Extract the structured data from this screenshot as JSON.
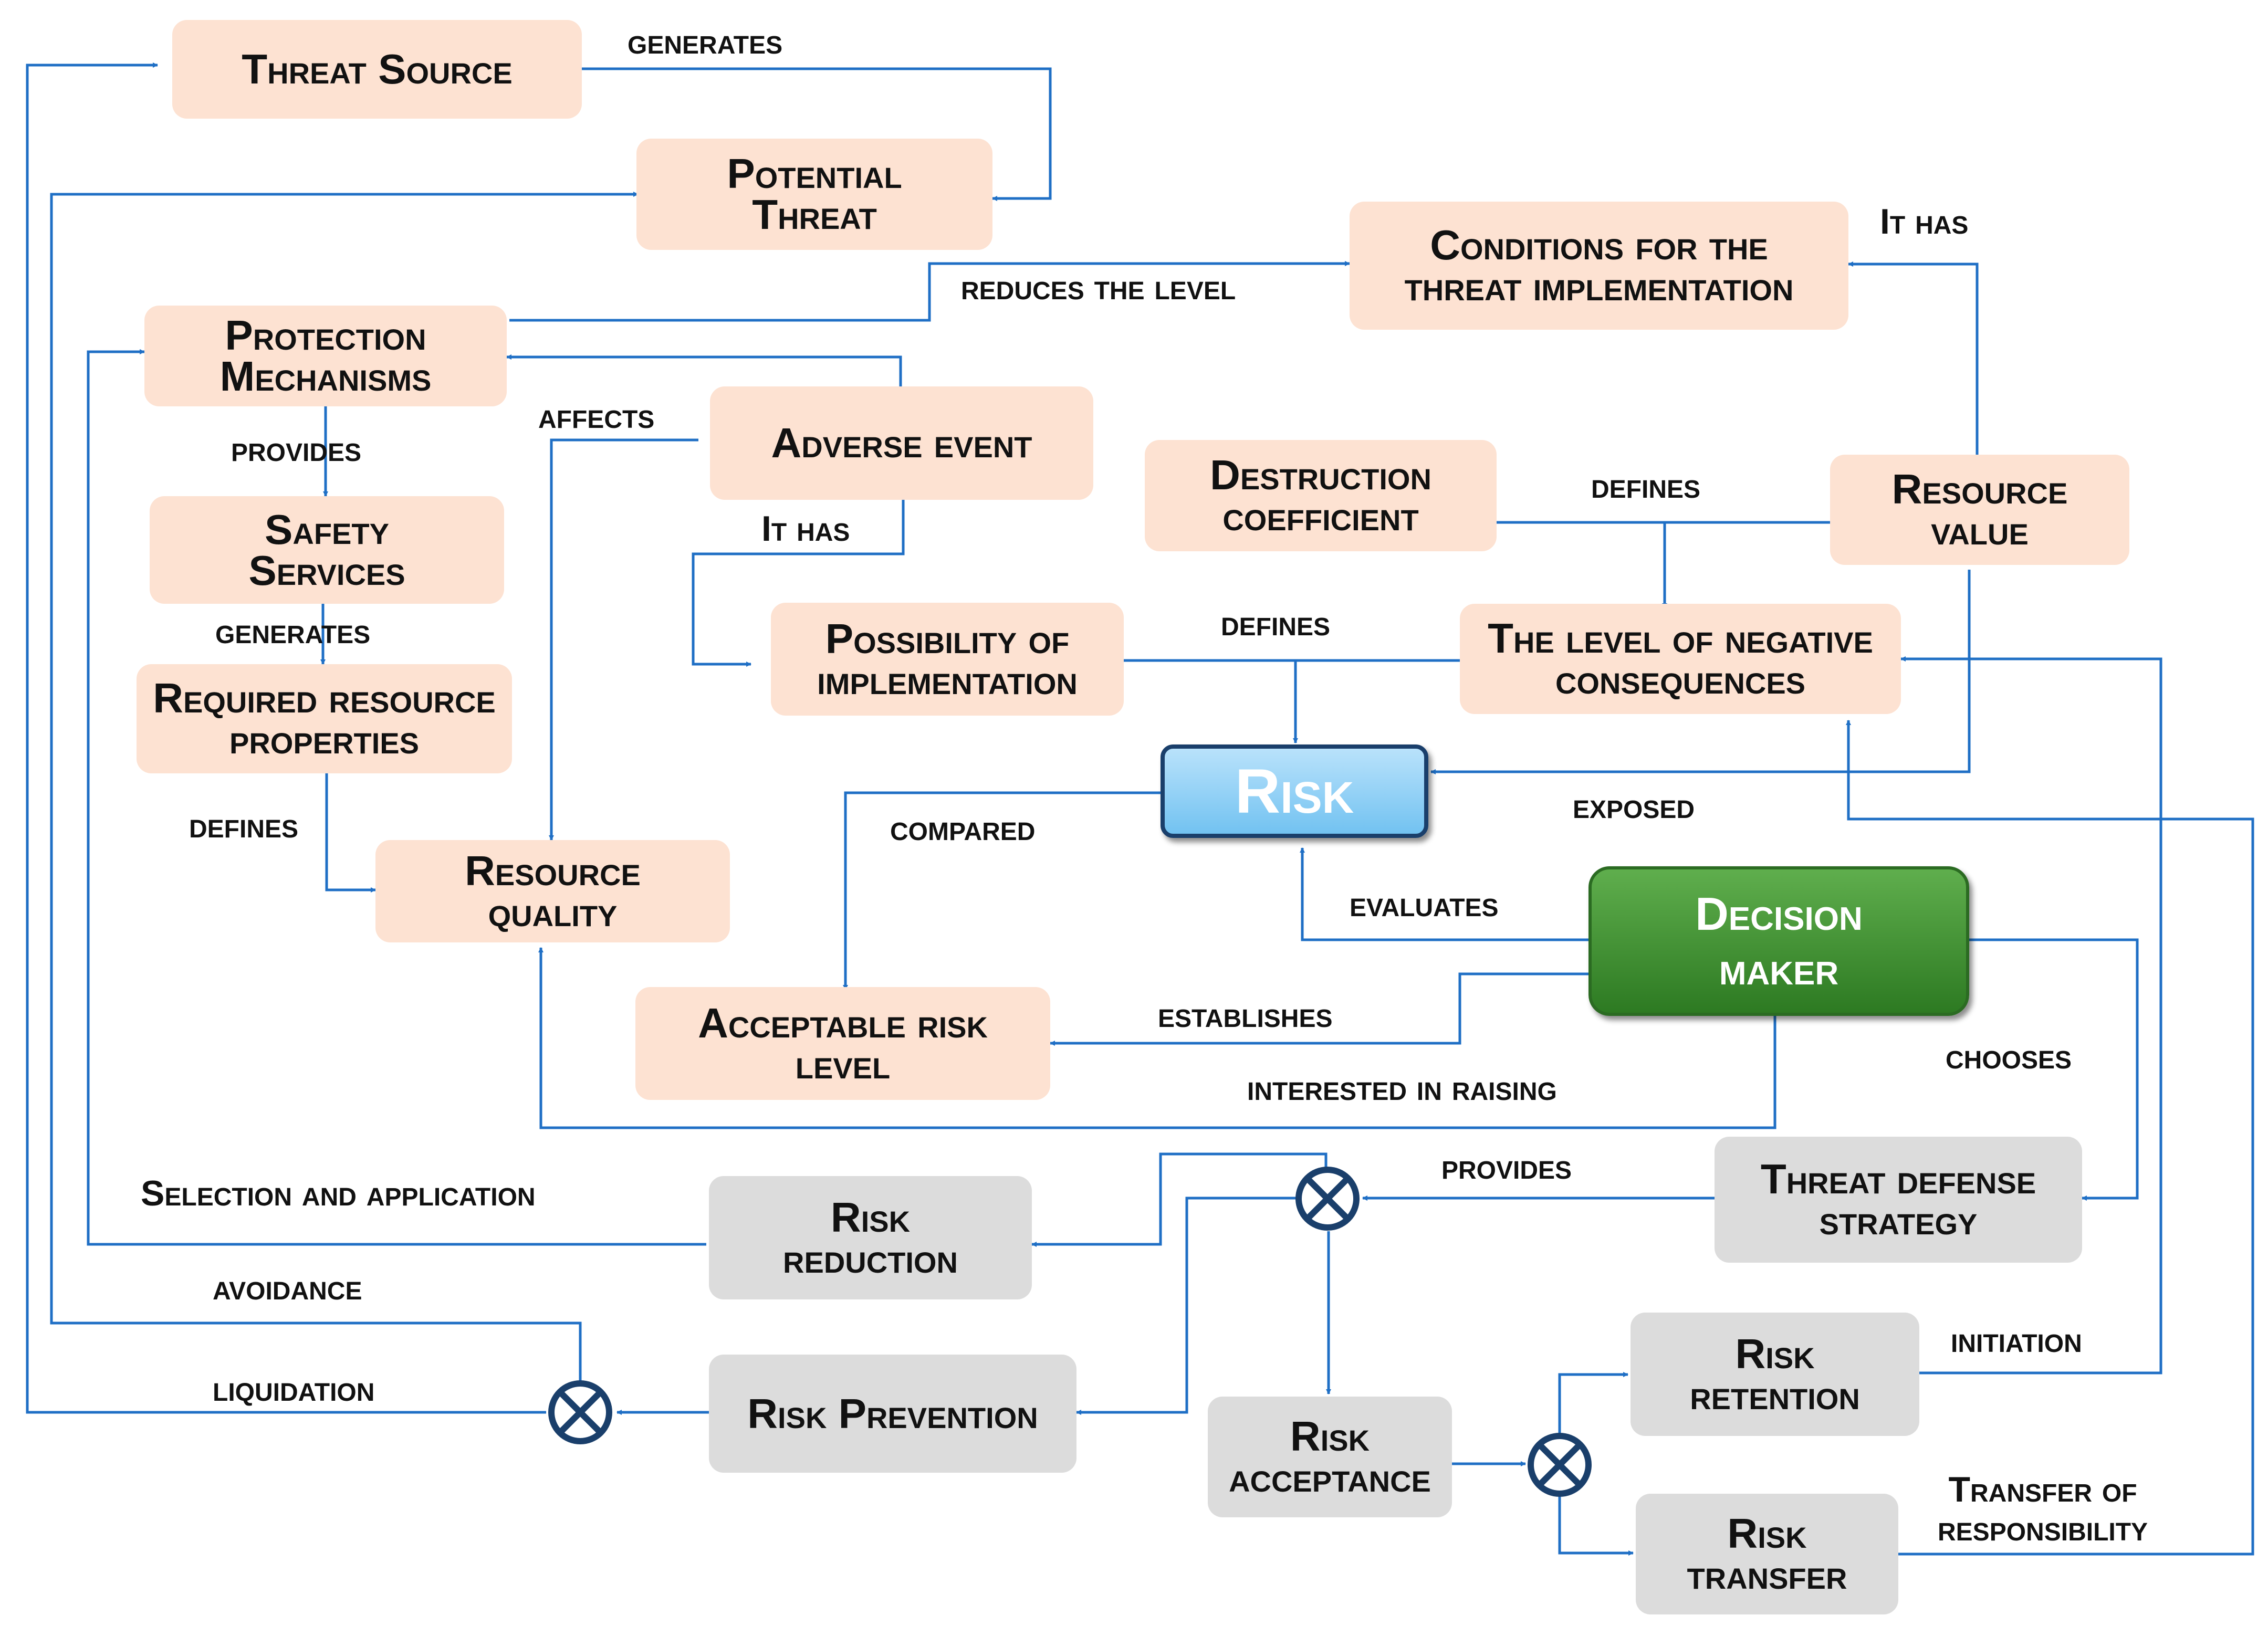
{
  "nodes": {
    "threat_source": "Threat Source",
    "potential_threat": "Potential\nThreat",
    "conditions": "Conditions for the\nthreat implementation",
    "protection": "Protection\nMechanisms",
    "adverse_event": "Adverse event",
    "safety_services": "Safety\nServices",
    "destruction": "Destruction\ncoefficient",
    "resource_value": "Resource\nvalue",
    "required_props": "Required resource\nproperties",
    "possibility": "Possibility of\nimplementation",
    "negative_consequences": "The level of negative\nconsequences",
    "risk": "Risk",
    "resource_quality": "Resource\nquality",
    "decision_maker": "Decision\nmaker",
    "acceptable_risk": "Acceptable risk\nlevel",
    "threat_defense": "Threat defense\nstrategy",
    "risk_reduction": "Risk\nreduction",
    "risk_prevention": "Risk Prevention",
    "risk_acceptance": "Risk\nacceptance",
    "risk_retention": "Risk\nretention",
    "risk_transfer": "Risk\ntransfer"
  },
  "labels": {
    "generates_1": "generates",
    "it_has_1": "It has",
    "reduces": "reduces the level",
    "affects": "affects",
    "provides_1": "provides",
    "defines_1": "defines",
    "it_has_2": "It has",
    "generates_2": "generates",
    "defines_2": "defines",
    "defines_3": "defines",
    "exposed": "exposed",
    "compared": "compared",
    "evaluates": "evaluates",
    "establishes": "establishes",
    "chooses": "chooses",
    "interested": "interested in raising",
    "selection": "Selection and application",
    "provides_2": "provides",
    "avoidance": "avoidance",
    "initiation": "initiation",
    "liquidation": "liquidation",
    "transfer_resp": "Transfer of\nresponsibility"
  },
  "colors": {
    "node_fill": "#fde2d2",
    "action_fill": "#dcdcdc",
    "risk_fill": "#72c2f1",
    "decision_maker_fill": "#3a8a2c",
    "connector": "#1f6fc5",
    "junction": "#1a3f6b"
  },
  "icons": {
    "junction": "circled-cross-icon"
  }
}
